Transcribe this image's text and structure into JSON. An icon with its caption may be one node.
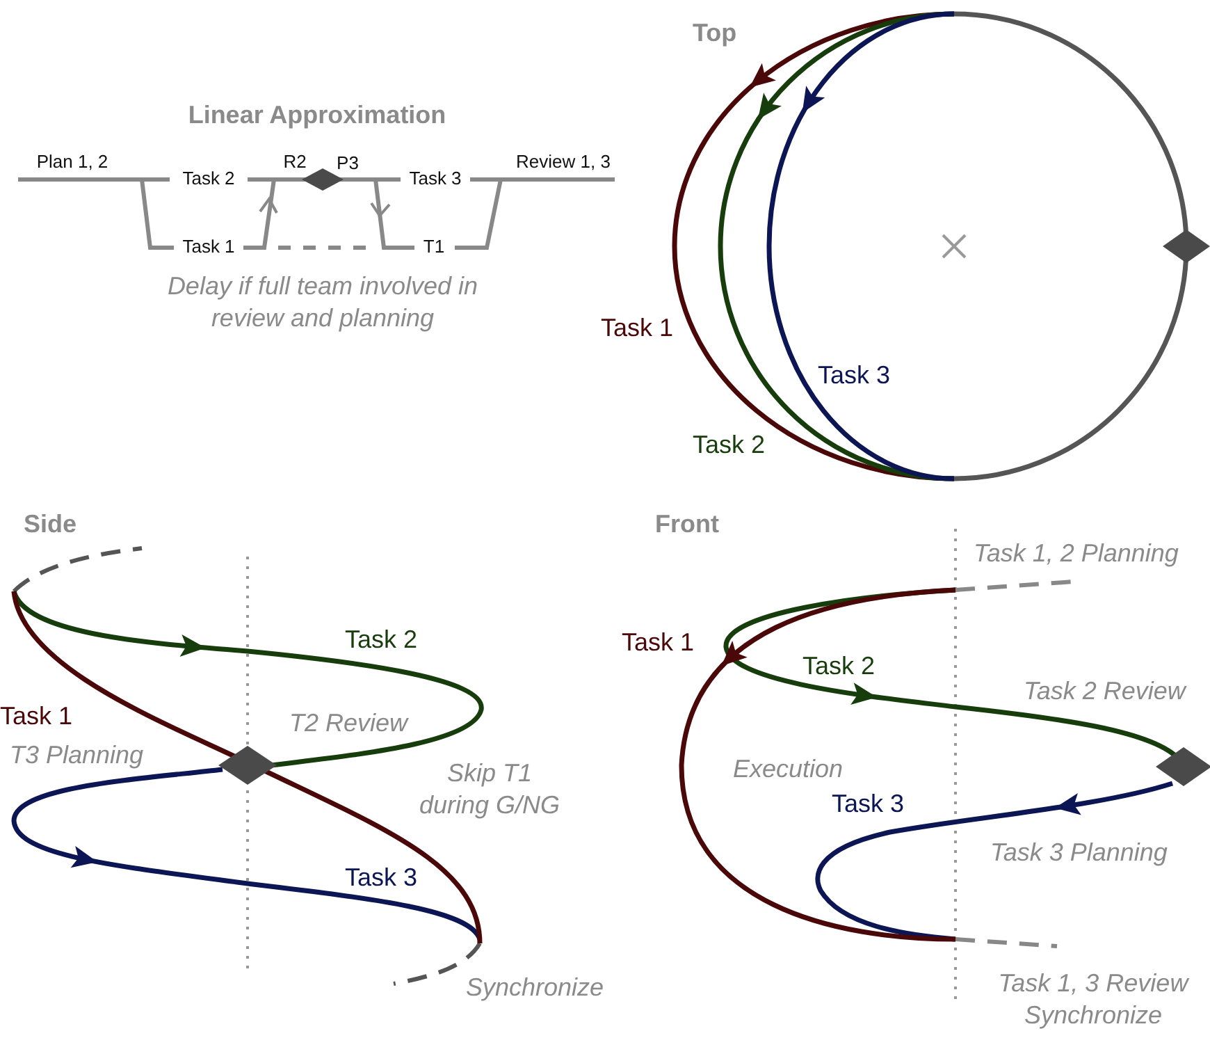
{
  "diagram": {
    "labels": [
      "Linear Approximation",
      "Plan 1, 2",
      "Task 2",
      "R2",
      "P3",
      "Task 3",
      "Review 1, 3",
      "Task 1",
      "T1",
      "Delay if full team involved in review and planning",
      "Top",
      "Task 1",
      "Task 3",
      "Task 2",
      "Side",
      "Task 2",
      "Task 1",
      "T3 Planning",
      "T2 Review",
      "Skip T1 during G/NG",
      "Task 3",
      "Synchronize",
      "Front",
      "Task 1, 2 Planning",
      "Task 1",
      "Task 2",
      "Task 2 Review",
      "Execution",
      "Task 3",
      "Task 3 Planning",
      "Task 1, 3 Review Synchronize"
    ]
  }
}
